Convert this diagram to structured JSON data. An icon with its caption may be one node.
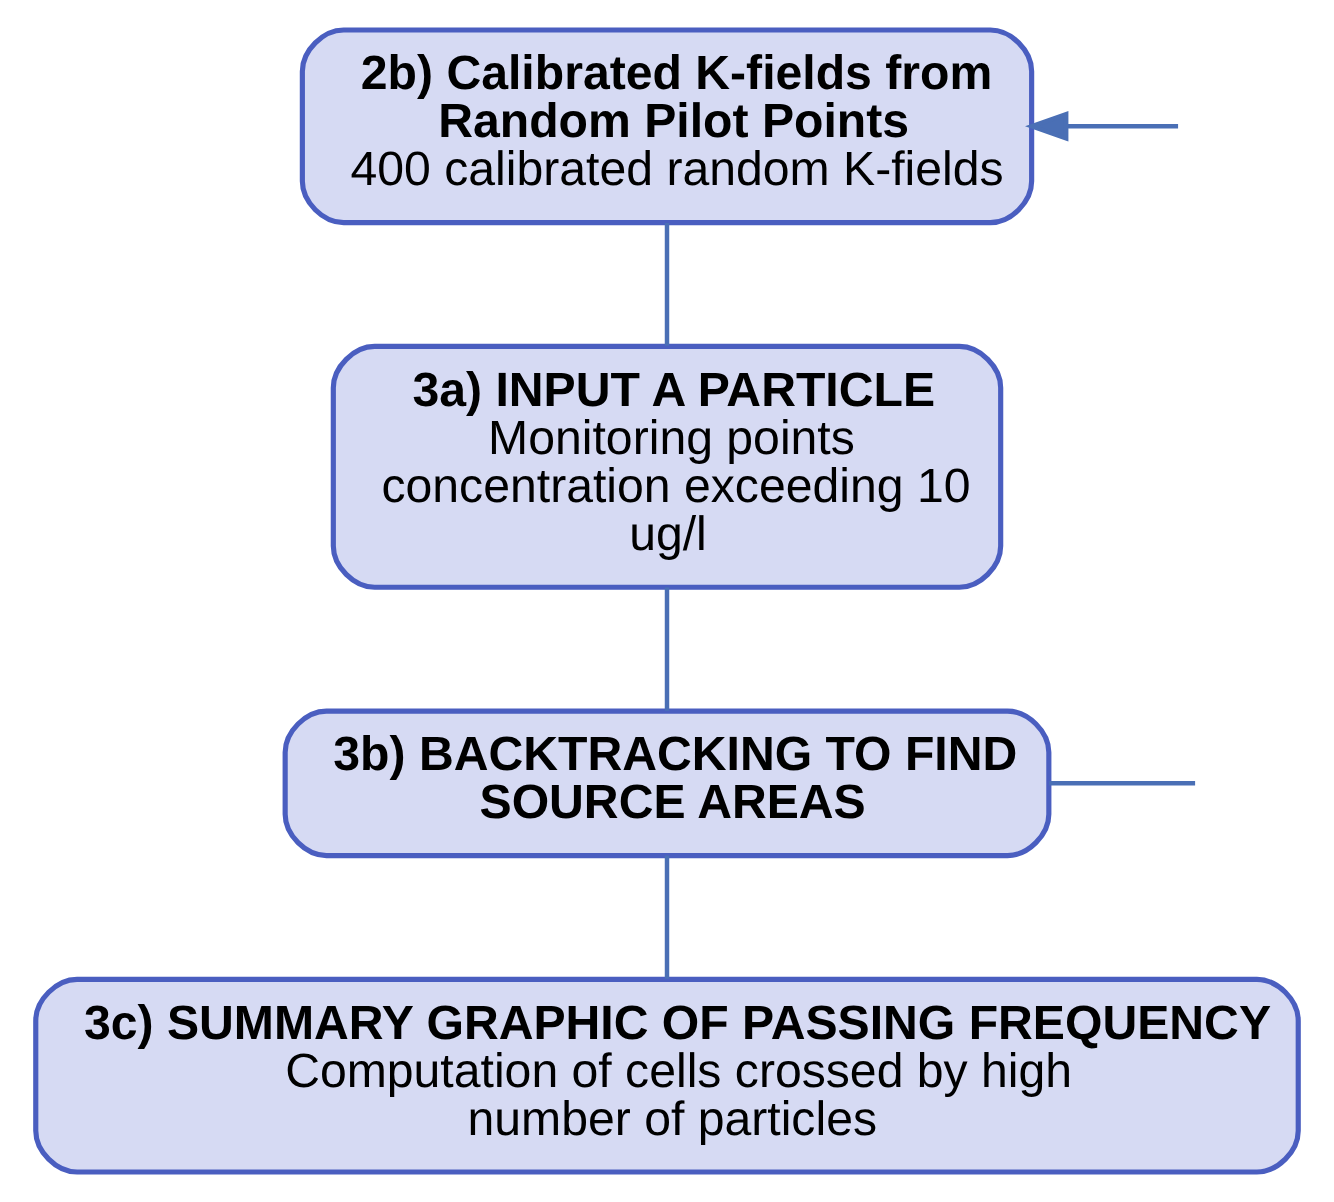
{
  "diagram": {
    "nodes": [
      {
        "text": [
          "2b) Calibrated K-fields from Random Pilot Points",
          "400 calibrated random K-fields"
        ]
      },
      {
        "text": [
          "3a) INPUT A PARTICLE",
          "Monitoring points concentration exceeding 10 ug/l"
        ]
      },
      {
        "text": [
          "3b) BACKTRACKING TO FIND SOURCE AREAS"
        ]
      },
      {
        "text": [
          "3c) SUMMARY GRAPHIC OF PASSING FREQUENCY",
          "Computation of cells crossed by high number of particles"
        ]
      }
    ],
    "edges": [
      {
        "from": null,
        "to": 0,
        "arrow": "to"
      },
      {
        "from": 0,
        "to": 1,
        "arrow": "none"
      },
      {
        "from": 1,
        "to": 2,
        "arrow": "none"
      },
      {
        "from": 2,
        "to": null,
        "arrow": "none"
      },
      {
        "from": 2,
        "to": 3,
        "arrow": "none"
      }
    ]
  }
}
